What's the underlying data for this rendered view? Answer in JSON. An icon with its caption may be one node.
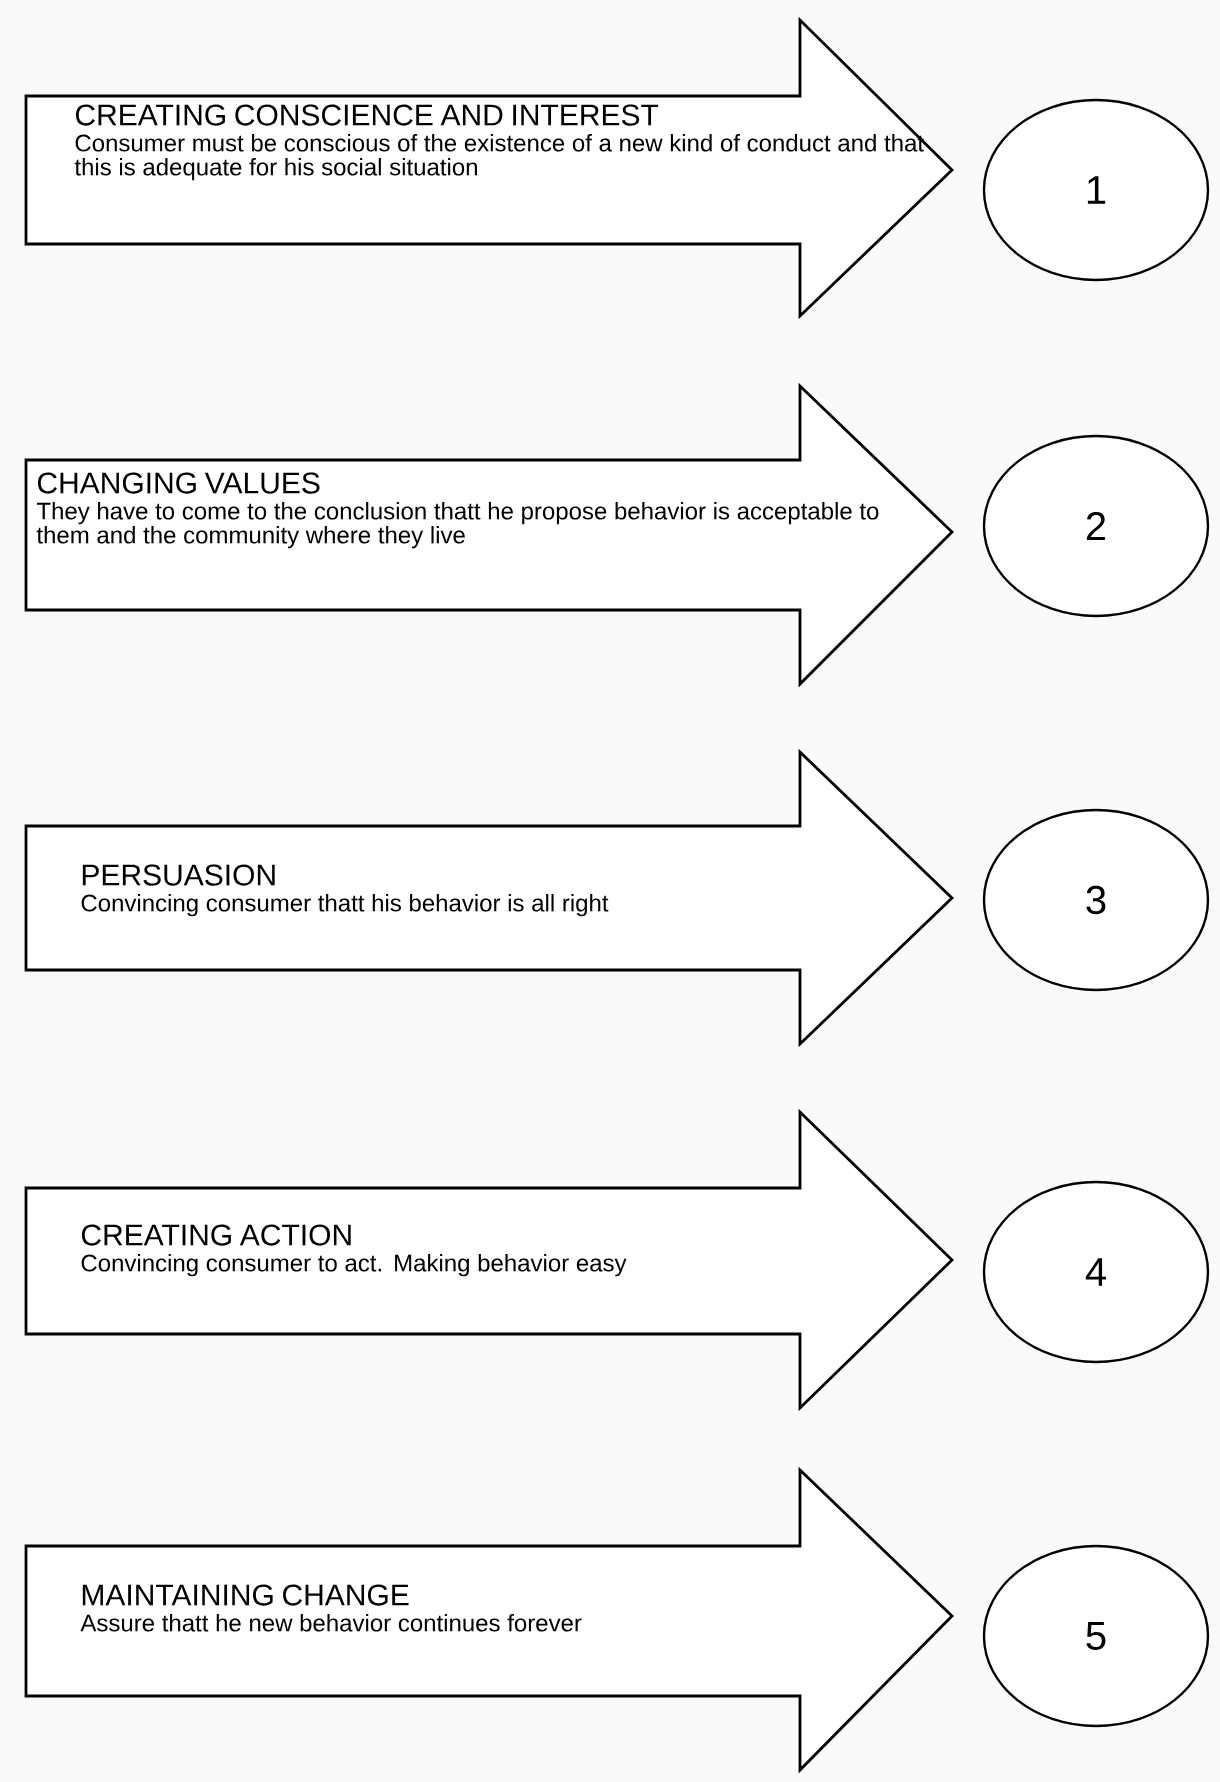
{
  "diagram": {
    "nodes": [
      {
        "text": [
          "CREATING CONSCIENCE AND INTEREST",
          "Consumer must be conscious of the existence of a new kind of conduct and that this is adequate for his social situation"
        ]
      },
      {
        "text": [
          "1"
        ]
      },
      {
        "text": [
          "CHANGING VALUES",
          "They have to come to the conclusion thatt he propose behavior is acceptable to them and the community where they live"
        ]
      },
      {
        "text": [
          "2"
        ]
      },
      {
        "text": [
          "PERSUASION",
          "Convincing consumer thatt his behavior is all right"
        ]
      },
      {
        "text": [
          "3"
        ]
      },
      {
        "text": [
          "CREATING ACTION",
          "Convincing consumer to act. Making behavior easy"
        ]
      },
      {
        "text": [
          "4"
        ]
      },
      {
        "text": [
          "MAINTAINING CHANGE",
          "Assure thatt he new behavior continues forever"
        ]
      },
      {
        "text": [
          "5"
        ]
      }
    ]
  }
}
